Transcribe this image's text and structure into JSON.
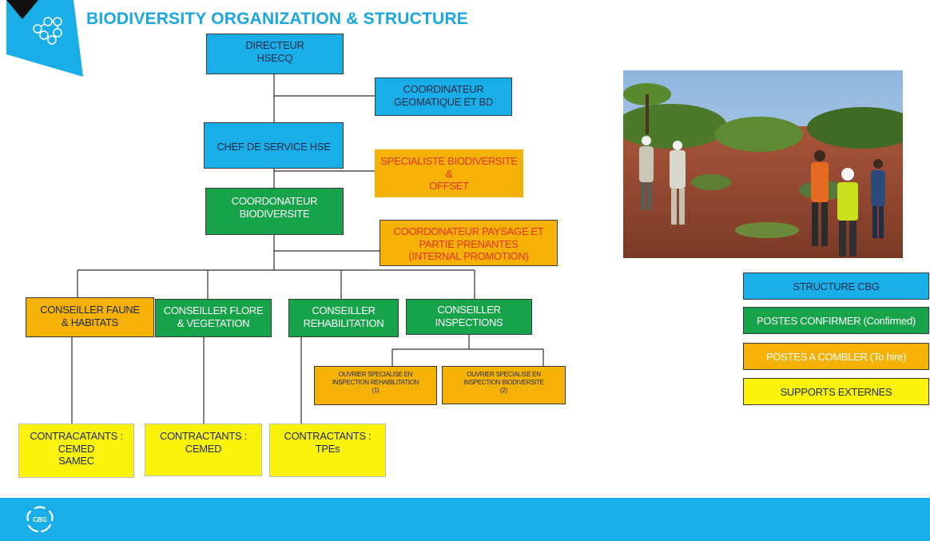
{
  "header": {
    "title": "BIODIVERSITY ORGANIZATION & STRUCTURE"
  },
  "org": {
    "directeur": [
      "DIRECTEUR",
      "HSECQ"
    ],
    "geomatique": [
      "COORDINATEUR",
      "GEOMATIQUE ET BD"
    ],
    "chef_service": [
      "CHEF DE SERVICE HSE"
    ],
    "specialiste": [
      "SPECIALISTE BIODIVERSITE",
      "&",
      "OFFSET"
    ],
    "coord_biodiv": [
      "COORDONATEUR",
      "BIODIVERSITE"
    ],
    "coord_paysage": [
      "COORDONATEUR PAYSAGE ET",
      "PARTIE PRENANTES",
      "(INTERNAL PROMOTION)"
    ],
    "faune": [
      "CONSEILLER FAUNE",
      "& HABITATS"
    ],
    "flore": [
      "CONSEILLER FLORE",
      "& VEGETATION"
    ],
    "rehab": [
      "CONSEILLER",
      "REHABILITATION"
    ],
    "inspections": [
      "CONSEILLER",
      "INSPECTIONS"
    ],
    "ouvrier_rehab": [
      "OUVRIER SPECIALISE EN",
      "INSPECTION REHABILITATION",
      "(1)"
    ],
    "ouvrier_biodiv": [
      "OUVRIER SPECIALISE EN",
      "INSPECTION BIODIVERSITE",
      "(2)"
    ],
    "contr_faune": [
      "CONTRACATANTS :",
      "CEMED",
      "SAMEC"
    ],
    "contr_flore": [
      "CONTRACTANTS :",
      "CEMED"
    ],
    "contr_rehab": [
      "CONTRACTANTS :",
      "TPEs"
    ]
  },
  "legend": {
    "structure": "STRUCTURE CBG",
    "confirmed": "POSTES CONFIRMER (Confirmed)",
    "to_hire": "POSTES A COMBLER (To hire)",
    "externes": "SUPPORTS EXTERNES"
  },
  "colors": {
    "structure": "#1aaee8",
    "confirmed": "#16a34a",
    "to_hire": "#f5b205",
    "externes": "#fbf20a"
  },
  "footer": {
    "logo_text": "CBG"
  }
}
